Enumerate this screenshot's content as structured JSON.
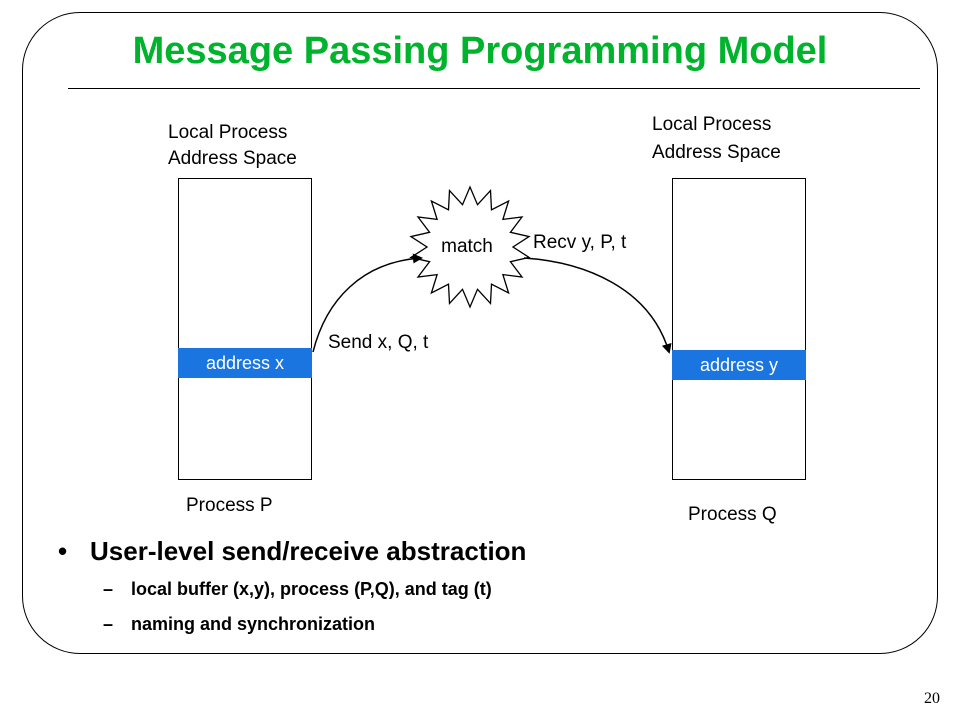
{
  "slide": {
    "title": "Message Passing Programming Model",
    "page_number": "20"
  },
  "diagram": {
    "left_process": {
      "space_label_line1": "Local Process",
      "space_label_line2": "Address Space",
      "address_label": "address x",
      "process_label": "Process P"
    },
    "right_process": {
      "space_label_line1": "Local Process",
      "space_label_line2": "Address Space",
      "address_label": "address y",
      "process_label": "Process Q"
    },
    "match_label": "match",
    "send_label": "Send x, Q, t",
    "recv_label": "Recv y, P, t",
    "colors": {
      "title": "#00b32c",
      "address_band": "#1a75e0"
    }
  },
  "bullets": {
    "main": "User-level send/receive abstraction",
    "sub": [
      "local buffer (x,y), process (P,Q), and tag (t)",
      "naming and synchronization"
    ]
  }
}
